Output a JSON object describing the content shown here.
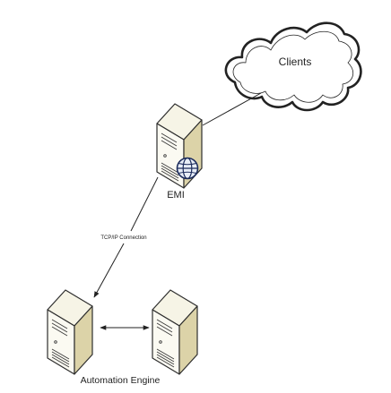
{
  "diagram": {
    "nodes": {
      "clients": {
        "label": "Clients",
        "icon": "cloud-icon"
      },
      "emi": {
        "label": "EMI",
        "icon": "server-globe-icon"
      },
      "engine": {
        "label": "Automation Engine",
        "icon": "server-icon"
      }
    },
    "edges": [
      {
        "from": "emi",
        "to": "clients",
        "label": ""
      },
      {
        "from": "emi",
        "to": "engine-server-a",
        "label": "TCP/IP Connection",
        "arrow": "end"
      },
      {
        "from": "engine-server-a",
        "to": "engine-server-b",
        "label": "",
        "arrow": "both"
      }
    ]
  }
}
